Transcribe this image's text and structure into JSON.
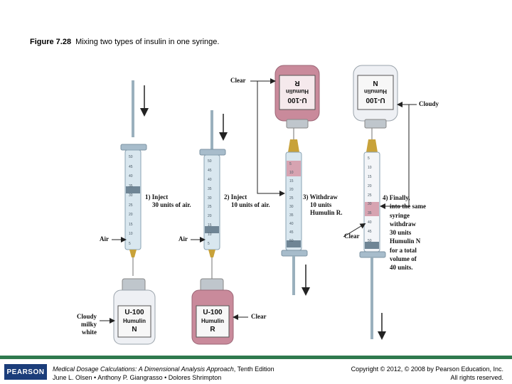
{
  "caption": {
    "number": "Figure 7.28",
    "text": "Mixing two types of insulin in one syringe."
  },
  "vials": {
    "bottom_left": {
      "line1": "U-100",
      "line2": "Humulin",
      "line3": "N"
    },
    "bottom_right": {
      "line1": "U-100",
      "line2": "Humulin",
      "line3": "R"
    },
    "top_left": {
      "line1": "U-100",
      "line2": "Humulin",
      "line3": "R"
    },
    "top_right": {
      "line1": "U-100",
      "line2": "Humulin",
      "line3": "N"
    }
  },
  "labels": {
    "clear_top": "Clear",
    "cloudy_top": "Cloudy",
    "air_1": "Air",
    "air_2": "Air",
    "cloudy_milky_white": [
      "Cloudy",
      "milky",
      "white"
    ],
    "clear_bottom": "Clear",
    "clear_syringe": "Clear"
  },
  "steps": {
    "step1": [
      "1) Inject",
      "30 units of air."
    ],
    "step2": [
      "2) Inject",
      "10 units of air."
    ],
    "step3": [
      "3) Withdraw",
      "10 units",
      "Humulin R."
    ],
    "step4": [
      "4) Finally,",
      "into the same",
      "syringe",
      "withdraw",
      "30 units",
      "Humulin N",
      "for a total",
      "volume of",
      "40 units."
    ]
  },
  "syringe_scale": [
    "5",
    "10",
    "15",
    "20",
    "25",
    "30",
    "35",
    "40",
    "45",
    "50"
  ],
  "colors": {
    "pink": "#c98a9b",
    "cloudy": "#eef0f4",
    "barrel": "#d9e7ef",
    "needle": "#c8a23a",
    "footer_green": "#2f7a4e",
    "pearson_blue": "#1b3d7a"
  },
  "footer": {
    "publisher": "PEARSON",
    "book_title": "Medical Dosage Calculations: A Dimensional Analysis Approach",
    "edition": ", Tenth Edition",
    "authors": "June L. Olsen • Anthony P. Giangrasso • Dolores Shrimpton",
    "copyright": "Copyright © 2012, © 2008 by Pearson Education, Inc.",
    "rights": "All rights reserved."
  }
}
